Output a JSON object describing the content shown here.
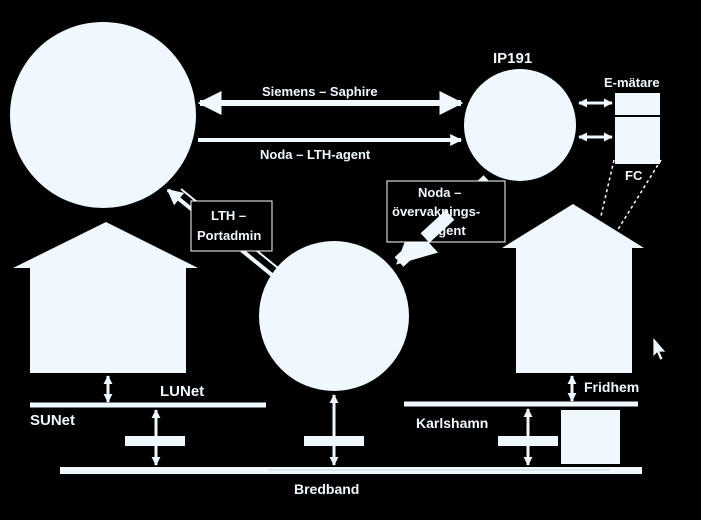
{
  "colors": {
    "background": "#000000",
    "shape_fill": "#f0f8ff",
    "line": "#ffffff"
  },
  "labels": {
    "ip191": "IP191",
    "e_matare": "E-mätare",
    "fc": "FC",
    "siemens_saphire": "Siemens – Saphire",
    "noda_lth_agent": "Noda – LTH-agent",
    "lth_portadmin_line1": "LTH –",
    "lth_portadmin_line2": "Portadmin",
    "noda_overvak_line1": "Noda –",
    "noda_overvak_line2": "övervaknings-",
    "noda_overvak_line3": "agent",
    "lunet": "LUNet",
    "sunet": "SUNet",
    "fridhem": "Fridhem",
    "karlshamn": "Karlshamn",
    "bredband": "Bredband"
  }
}
